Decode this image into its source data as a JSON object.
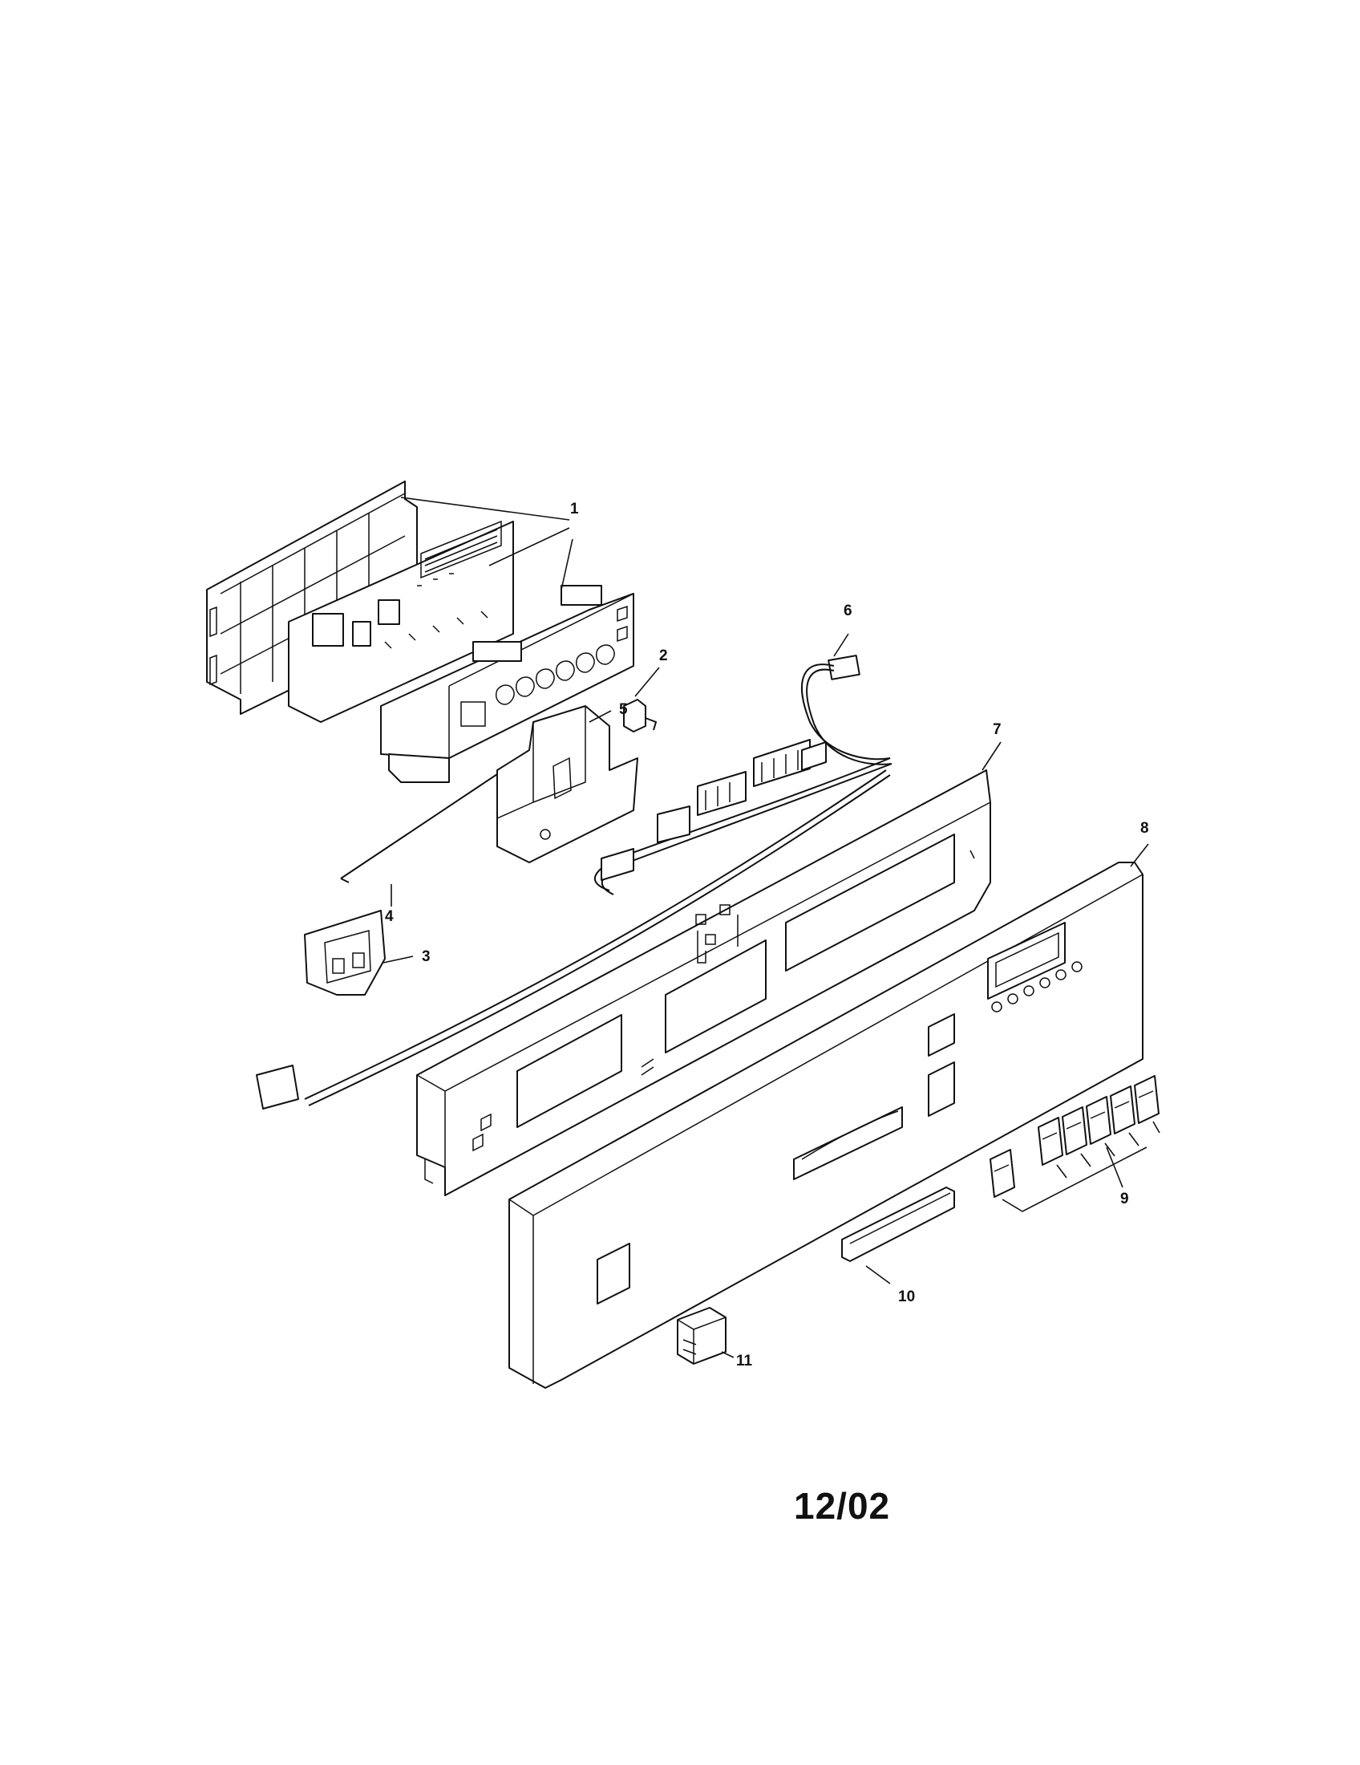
{
  "callouts": [
    "1",
    "2",
    "3",
    "4",
    "5",
    "6",
    "7",
    "8",
    "9",
    "10",
    "11"
  ],
  "footer": {
    "date": "12/02"
  }
}
